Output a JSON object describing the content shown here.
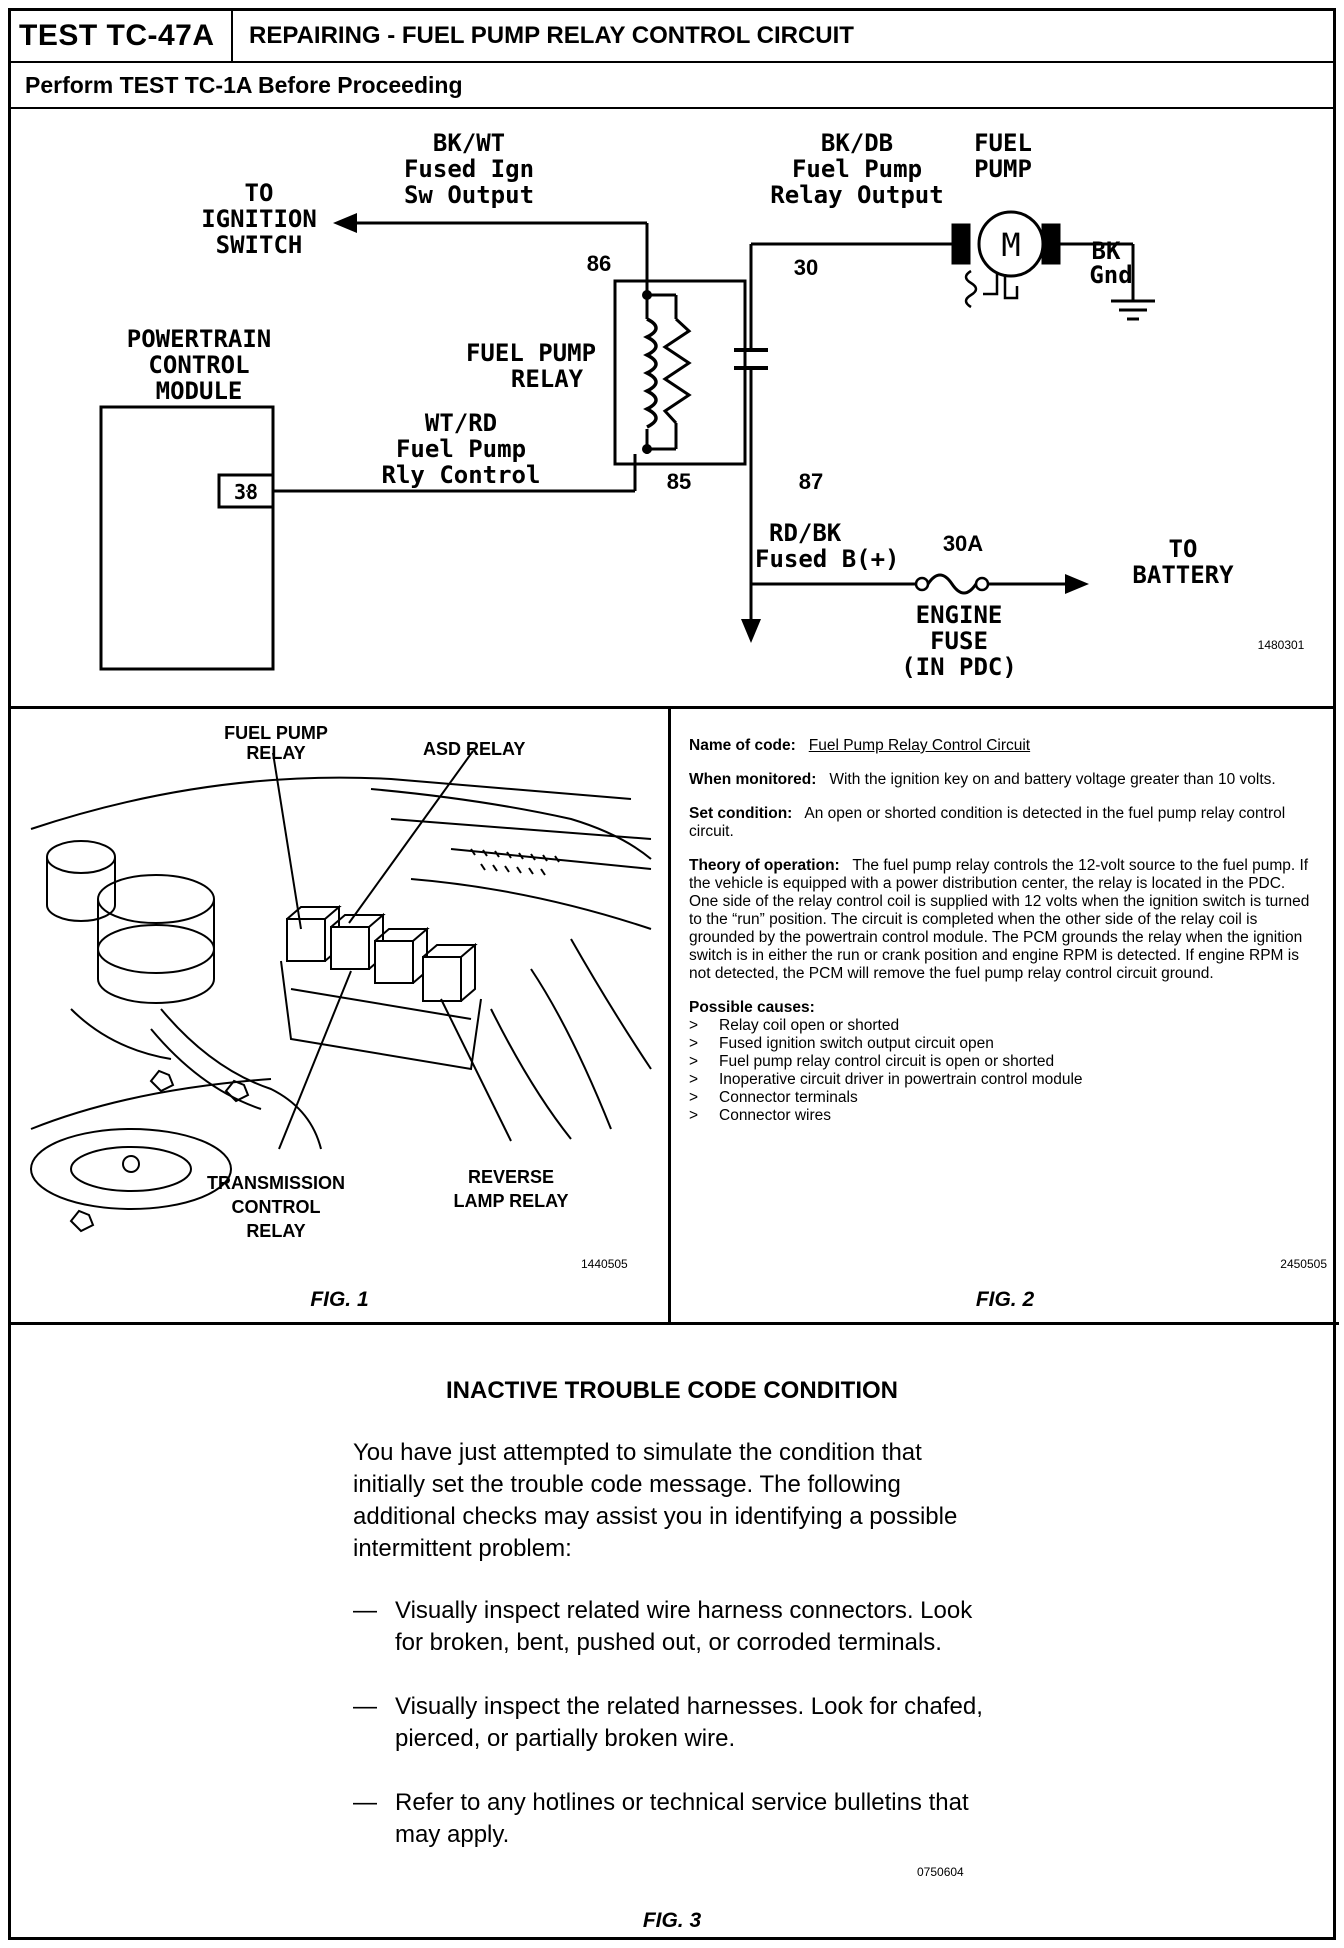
{
  "header": {
    "test_id": "TEST TC-47A",
    "title": "REPAIRING - FUEL PUMP RELAY CONTROL CIRCUIT",
    "subtitle": "Perform TEST TC-1A Before Proceeding"
  },
  "schematic": {
    "wire_bkwt_color": "BK/WT",
    "wire_bkwt_desc1": "Fused Ign",
    "wire_bkwt_desc2": "Sw Output",
    "to_ignition_1": "TO",
    "to_ignition_2": "IGNITION",
    "to_ignition_3": "SWITCH",
    "wire_bkdb_color": "BK/DB",
    "wire_bkdb_desc1": "Fuel Pump",
    "wire_bkdb_desc2": "Relay Output",
    "pump_label_1": "FUEL",
    "pump_label_2": "PUMP",
    "motor_symbol": "M",
    "ground_color": "BK",
    "ground_desc": "Gnd",
    "pin_86": "86",
    "pin_30": "30",
    "pin_85": "85",
    "pin_87": "87",
    "pcm_label_1": "POWERTRAIN",
    "pcm_label_2": "CONTROL",
    "pcm_label_3": "MODULE",
    "pcm_pin": "38",
    "relay_label_1": "FUEL PUMP",
    "relay_label_2": "RELAY",
    "wire_wtrd_color": "WT/RD",
    "wire_wtrd_desc1": "Fuel Pump",
    "wire_wtrd_desc2": "Rly Control",
    "wire_rdbk_color": "RD/BK",
    "wire_rdbk_desc": "Fused B(+)",
    "fuse_rating": "30A",
    "to_battery_1": "TO",
    "to_battery_2": "BATTERY",
    "fuse_label_1": "ENGINE",
    "fuse_label_2": "FUSE",
    "fuse_label_3": "(IN PDC)",
    "code": "1480301"
  },
  "fig1": {
    "label_fuel_pump_relay_1": "FUEL PUMP",
    "label_fuel_pump_relay_2": "RELAY",
    "label_asd_relay": "ASD RELAY",
    "label_trans_1": "TRANSMISSION",
    "label_trans_2": "CONTROL",
    "label_trans_3": "RELAY",
    "label_reverse_1": "REVERSE",
    "label_reverse_2": "LAMP RELAY",
    "code": "1440505",
    "caption": "FIG. 1"
  },
  "fig2": {
    "name_label": "Name of code:",
    "name_value": "Fuel Pump Relay Control Circuit",
    "monitored_label": "When monitored:",
    "monitored_value": "With the ignition key on and battery voltage greater than 10 volts.",
    "set_label": "Set condition:",
    "set_value": "An open or shorted condition is detected in the fuel pump relay control circuit.",
    "theory_label": "Theory of operation:",
    "theory_value": "The fuel pump relay controls the 12-volt source to the fuel pump. If the vehicle is equipped with a power distribution center, the relay is located in the PDC. One side of the relay control coil is supplied with 12 volts when the ignition switch is turned to the “run” position. The circuit is completed when the other side of the relay coil is grounded by the powertrain control module. The PCM grounds the relay when the ignition switch is in either the run or crank position and engine RPM is detected. If engine RPM is not detected, the PCM will remove the fuel pump relay control circuit ground.",
    "causes_label": "Possible causes:",
    "causes": [
      "Relay coil open or shorted",
      "Fused ignition switch output circuit open",
      "Fuel pump relay control circuit is open or shorted",
      "Inoperative circuit driver in powertrain control module",
      "Connector terminals",
      "Connector wires"
    ],
    "code": "2450505",
    "caption": "FIG. 2"
  },
  "fig3": {
    "heading": "INACTIVE TROUBLE CODE CONDITION",
    "intro": "You have just attempted to simulate the condition that initially set the trouble code message. The following additional checks may assist you in identifying a possible intermittent problem:",
    "dash": "—",
    "checks": [
      "Visually inspect related wire harness connectors. Look for broken, bent, pushed out, or corroded terminals.",
      "Visually inspect the related harnesses. Look for chafed, pierced, or partially broken wire.",
      "Refer to any hotlines or technical service bulletins that may apply."
    ],
    "code": "0750604",
    "caption": "FIG. 3"
  }
}
